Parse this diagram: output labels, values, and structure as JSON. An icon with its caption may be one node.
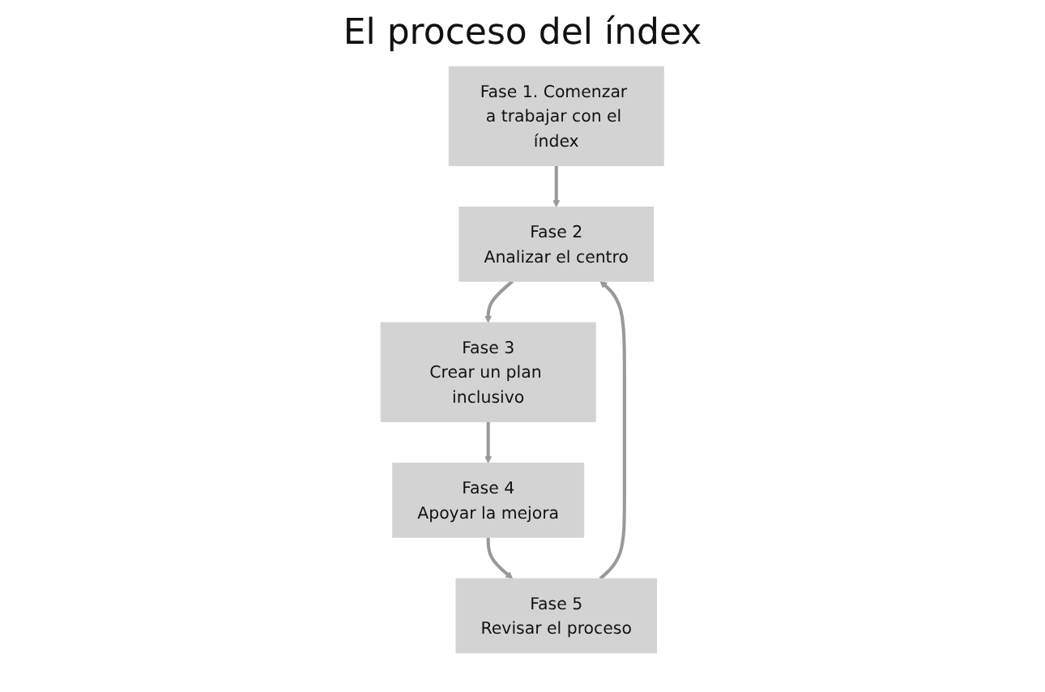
{
  "diagram": {
    "title": "El proceso del índex",
    "nodes": [
      {
        "text": [
          "Fase 1. Comenzar a trabajar con el índex"
        ]
      },
      {
        "text": [
          "Fase 2",
          "Analizar el centro"
        ]
      },
      {
        "text": [
          "Fase 3",
          "Crear un plan inclusivo"
        ]
      },
      {
        "text": [
          "Fase 4",
          "Apoyar la mejora"
        ]
      },
      {
        "text": [
          "Fase 5",
          "Revisar el proceso"
        ]
      }
    ],
    "edges": [
      {
        "from": 0,
        "to": 1,
        "arrow": "to"
      },
      {
        "from": 1,
        "to": 2,
        "arrow": "to"
      },
      {
        "from": 2,
        "to": 3,
        "arrow": "to"
      },
      {
        "from": 3,
        "to": 4,
        "arrow": "to"
      },
      {
        "from": 4,
        "to": 1,
        "arrow": "to"
      }
    ]
  }
}
